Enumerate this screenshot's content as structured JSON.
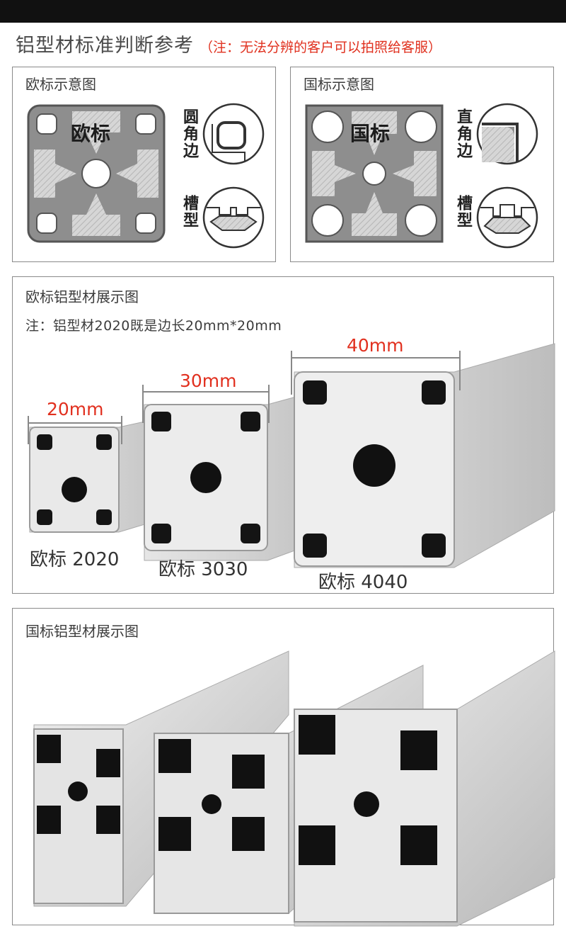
{
  "header": {
    "title": "铝型材标准判断参考",
    "note": "（注：无法分辨的客户可以拍照给客服）"
  },
  "eu_diagram": {
    "label": "欧标示意图",
    "profile_text": "欧标",
    "corner_label": "圆角边",
    "slot_label": "槽型"
  },
  "cn_diagram": {
    "label": "国标示意图",
    "profile_text": "国标",
    "corner_label": "直角边",
    "slot_label": "槽型"
  },
  "eu_showcase": {
    "label": "欧标铝型材展示图",
    "note": "注：铝型材2020既是边长20mm*20mm",
    "dims": [
      "20mm",
      "30mm",
      "40mm"
    ],
    "models": [
      "欧标 2020",
      "欧标 3030",
      "欧标 4040"
    ]
  },
  "cn_showcase": {
    "label": "国标铝型材展示图"
  },
  "colors": {
    "accent_red": "#e1301f",
    "profile_grey": "#8c8c8c",
    "frame_grey": "#8a8a8a"
  }
}
